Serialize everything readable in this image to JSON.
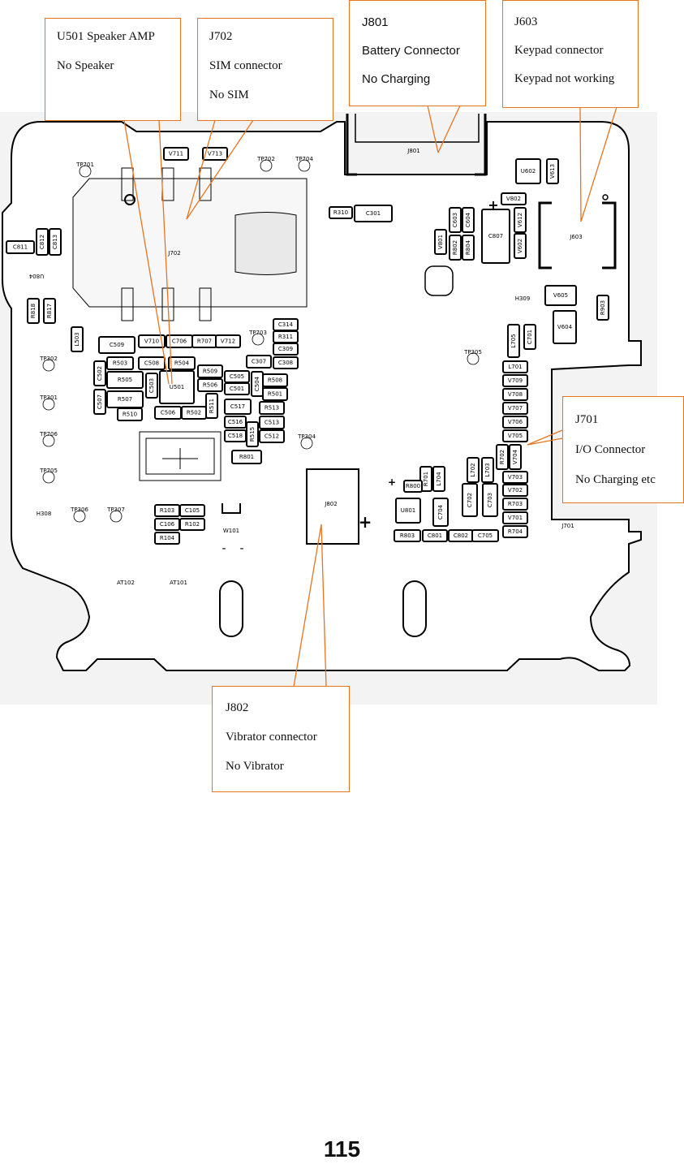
{
  "callouts": {
    "u501": {
      "lines": [
        "U501 Speaker AMP",
        "No Speaker"
      ]
    },
    "j702": {
      "lines": [
        "J702",
        "SIM connector",
        "No SIM"
      ]
    },
    "j801": {
      "lines": [
        "J801",
        "Battery Connector",
        "No Charging"
      ]
    },
    "j603": {
      "lines": [
        "J603",
        "Keypad connector",
        "Keypad not working"
      ]
    },
    "j701": {
      "lines": [
        "J701",
        "I/O Connector",
        "No Charging etc"
      ]
    },
    "j802": {
      "lines": [
        "J802",
        "Vibrator connector",
        "No Vibrator"
      ]
    }
  },
  "board": {
    "components": [
      "TP701",
      "V711",
      "V713",
      "TP702",
      "TP704",
      "J702",
      "C811",
      "C812",
      "C813",
      "U804",
      "R818",
      "R817",
      "L503",
      "C509",
      "V710",
      "C706",
      "R707",
      "V712",
      "TP703",
      "C314",
      "R311",
      "C309",
      "C308",
      "C307",
      "R503",
      "C508",
      "R504",
      "C502",
      "R505",
      "C503",
      "U501",
      "R509",
      "R506",
      "C505",
      "C501",
      "C504",
      "R508",
      "R501",
      "C507",
      "R507",
      "R511",
      "C517",
      "R513",
      "R510",
      "C506",
      "R502",
      "C516",
      "C513",
      "R515",
      "C518",
      "C512",
      "TP304",
      "R801",
      "TP302",
      "TP301",
      "TP706",
      "TP705",
      "TP306",
      "TP307",
      "H308",
      "R103",
      "C105",
      "C106",
      "R102",
      "R104",
      "W101",
      "AT102",
      "AT101",
      "J802",
      "J801",
      "R310",
      "C301",
      "U602",
      "V613",
      "V802",
      "C603",
      "C604",
      "V612",
      "V801",
      "R802",
      "R804",
      "C807",
      "V602",
      "J603",
      "H309",
      "V605",
      "R903",
      "V604",
      "L705",
      "C701",
      "TP305",
      "L701",
      "V709",
      "V708",
      "V707",
      "V706",
      "V705",
      "V704",
      "V702",
      "R702",
      "L704",
      "R701",
      "L702",
      "L703",
      "V703",
      "R800",
      "U801",
      "C702",
      "C703",
      "C704",
      "R703",
      "V701",
      "R704",
      "J701",
      "R803",
      "C801",
      "C802",
      "C705",
      "V702"
    ],
    "plus_marks": [
      "+",
      "+",
      "+"
    ],
    "minus_marks": [
      "-",
      "-"
    ]
  },
  "page_number": "115",
  "colors": {
    "callout_border": "#e8741e",
    "leader_line": "#e8741e",
    "board_outline": "#000000",
    "board_shade": "#f2f2f2"
  }
}
